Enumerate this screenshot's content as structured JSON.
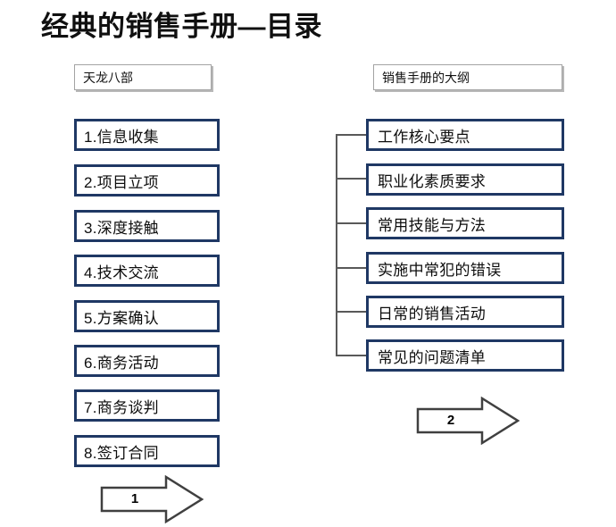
{
  "slide": {
    "title": "经典的销售手册—目录",
    "colors": {
      "box_border_navy": "#1f3864",
      "header_border_gray": "#a3a3a3",
      "connector_gray": "#595959",
      "arrow_outline": "#404040",
      "background": "#ffffff"
    }
  },
  "left_column": {
    "header": "天龙八部",
    "items": [
      {
        "label": "1.信息收集"
      },
      {
        "label": "2.项目立项"
      },
      {
        "label": "3.深度接触"
      },
      {
        "label": "4.技术交流"
      },
      {
        "label": "5.方案确认"
      },
      {
        "label": "6.商务活动"
      },
      {
        "label": "7.商务谈判"
      },
      {
        "label": "8.签订合同"
      }
    ]
  },
  "right_column": {
    "header": "销售手册的大纲",
    "items": [
      {
        "label": "工作核心要点"
      },
      {
        "label": "职业化素质要求"
      },
      {
        "label": "常用技能与方法"
      },
      {
        "label": "实施中常犯的错误"
      },
      {
        "label": "日常的销售活动"
      },
      {
        "label": "常见的问题清单"
      }
    ]
  },
  "arrows": [
    {
      "number": "1"
    },
    {
      "number": "2"
    }
  ]
}
